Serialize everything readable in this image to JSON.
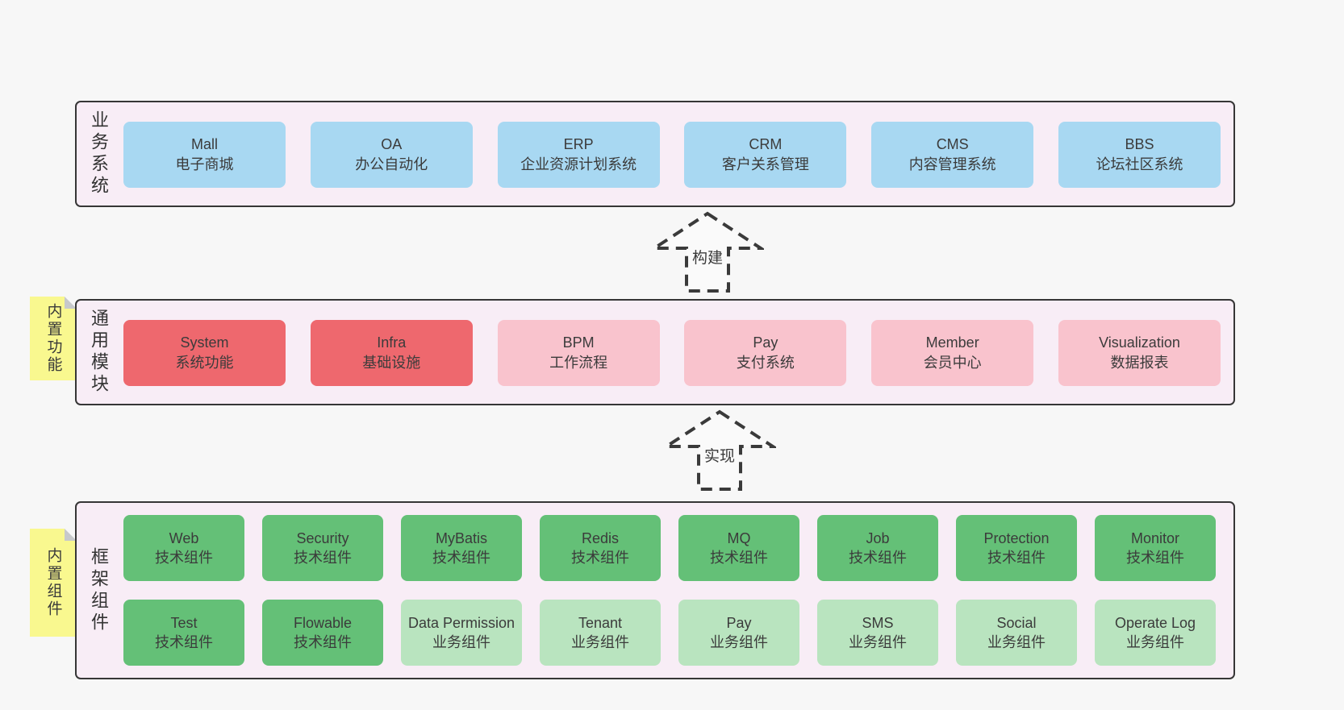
{
  "colors": {
    "page_background": "#f7f7f7",
    "band_background": "#f8edf6",
    "band_border": "#363636",
    "business_box_blue": "#a8d8f2",
    "core_module_red": "#ee686e",
    "optional_module_pink": "#f9c3cd",
    "tech_component_green": "#64c077",
    "biz_component_lightgreen": "#b9e4bf",
    "sticky_note_yellow": "#f9f88f",
    "text": "#3b3b3b"
  },
  "band1": {
    "label": "业务系统",
    "boxes": [
      {
        "name": "Mall",
        "desc": "电子商城"
      },
      {
        "name": "OA",
        "desc": "办公自动化"
      },
      {
        "name": "ERP",
        "desc": "企业资源计划系统"
      },
      {
        "name": "CRM",
        "desc": "客户关系管理"
      },
      {
        "name": "CMS",
        "desc": "内容管理系统"
      },
      {
        "name": "BBS",
        "desc": "论坛社区系统"
      }
    ]
  },
  "band2": {
    "label": "通用模块",
    "note": "内置功能",
    "boxes": [
      {
        "name": "System",
        "desc": "系统功能"
      },
      {
        "name": "Infra",
        "desc": "基础设施"
      },
      {
        "name": "BPM",
        "desc": "工作流程"
      },
      {
        "name": "Pay",
        "desc": "支付系统"
      },
      {
        "name": "Member",
        "desc": "会员中心"
      },
      {
        "name": "Visualization",
        "desc": "数据报表"
      }
    ]
  },
  "band3": {
    "label": "框架组件",
    "note": "内置组件",
    "row1": [
      {
        "name": "Web",
        "desc": "技术组件"
      },
      {
        "name": "Security",
        "desc": "技术组件"
      },
      {
        "name": "MyBatis",
        "desc": "技术组件"
      },
      {
        "name": "Redis",
        "desc": "技术组件"
      },
      {
        "name": "MQ",
        "desc": "技术组件"
      },
      {
        "name": "Job",
        "desc": "技术组件"
      },
      {
        "name": "Protection",
        "desc": "技术组件"
      },
      {
        "name": "Monitor",
        "desc": "技术组件"
      }
    ],
    "row2": [
      {
        "name": "Test",
        "desc": "技术组件"
      },
      {
        "name": "Flowable",
        "desc": "技术组件"
      },
      {
        "name": "Data Permission",
        "desc": "业务组件"
      },
      {
        "name": "Tenant",
        "desc": "业务组件"
      },
      {
        "name": "Pay",
        "desc": "业务组件"
      },
      {
        "name": "SMS",
        "desc": "业务组件"
      },
      {
        "name": "Social",
        "desc": "业务组件"
      },
      {
        "name": "Operate Log",
        "desc": "业务组件"
      }
    ]
  },
  "arrows": {
    "build": "构建",
    "implement": "实现"
  }
}
